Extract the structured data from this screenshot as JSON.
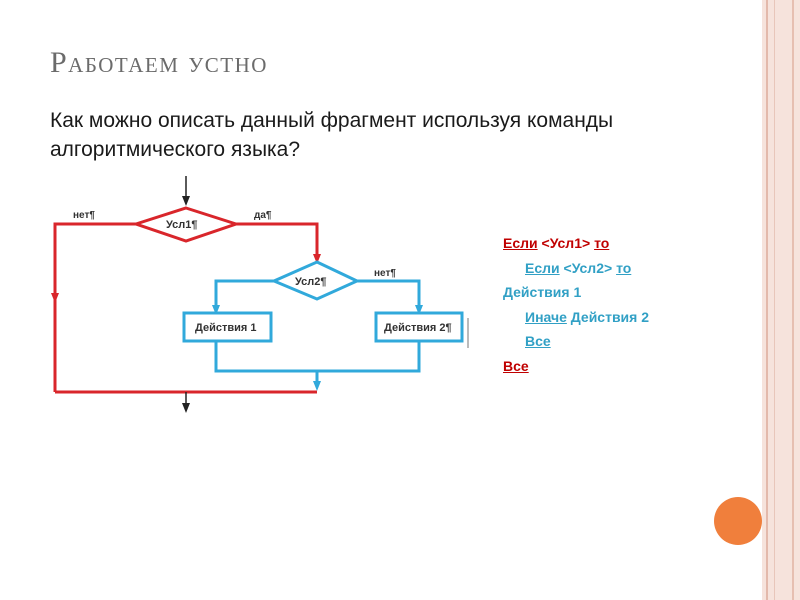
{
  "slide": {
    "title": "Работаем устно",
    "question": "Как можно описать данный фрагмент используя команды алгоритмического языка?"
  },
  "flowchart": {
    "cond1": "Усл1¶",
    "cond2": "Усл2¶",
    "no1": "нет¶",
    "yes1": "да¶",
    "no2": "нет¶",
    "action1": "Действия 1",
    "action2": "Действия 2¶",
    "colors": {
      "outer": "#d9262b",
      "inner": "#31a9db",
      "arrow": "#222222"
    }
  },
  "code": {
    "line1": {
      "kw_if": "Если",
      "cond": "<Усл1>",
      "kw_then": "то"
    },
    "line2": {
      "kw_if": "Если",
      "cond": "<Усл2>",
      "kw_then": "то"
    },
    "line3": {
      "action": "Действия 1"
    },
    "line4": {
      "kw_else": "Иначе",
      "action": "Действия 2"
    },
    "line5": {
      "kw_end": "Все"
    },
    "line6": {
      "kw_end": "Все"
    }
  },
  "colors": {
    "red": "#c00000",
    "teal": "#31a0c5",
    "accent": "#f07f3c"
  }
}
